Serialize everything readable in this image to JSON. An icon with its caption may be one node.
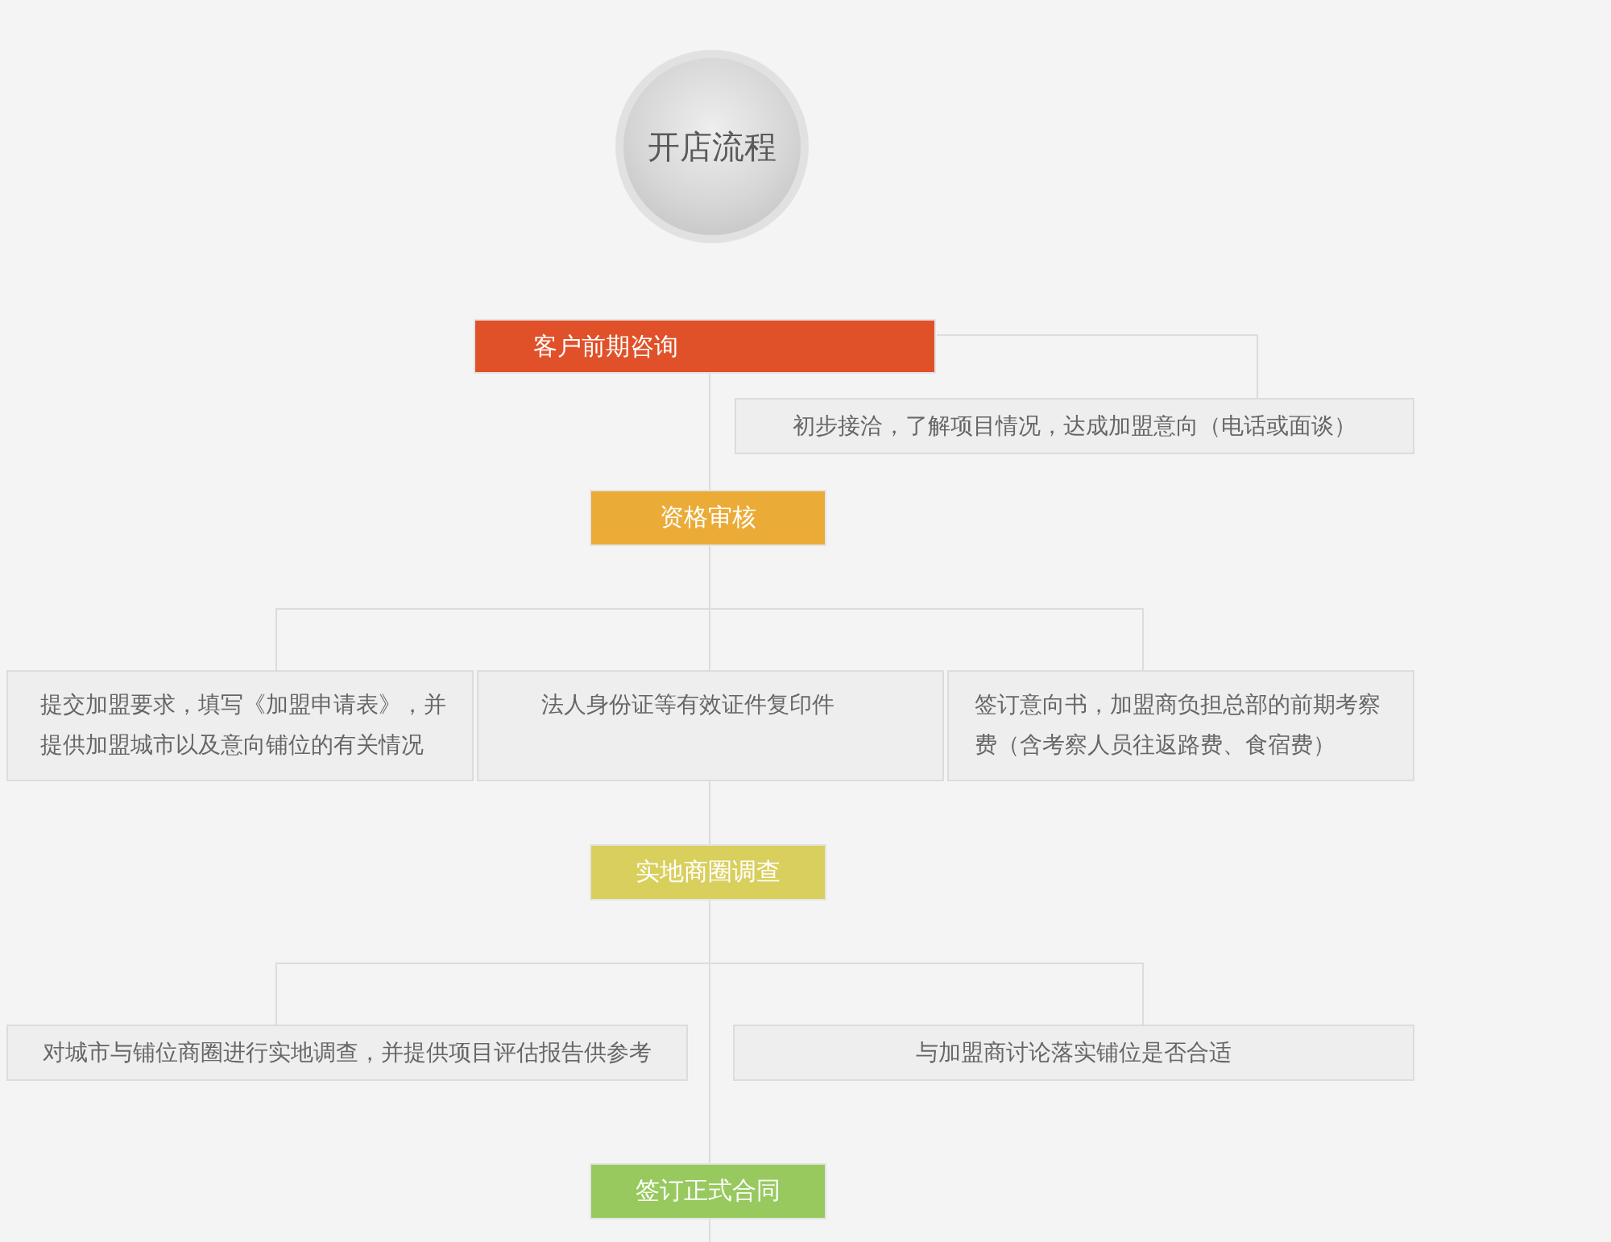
{
  "diagram": {
    "nodes": [
      {
        "text": [
          "开店流程"
        ]
      },
      {
        "text": [
          "客户前期咨询"
        ]
      },
      {
        "text": [
          "初步接洽，了解项目情况，达成加盟意向（电话或面谈）"
        ]
      },
      {
        "text": [
          "资格审核"
        ]
      },
      {
        "text": [
          "提交加盟要求，填写《加盟申请表》，并提供加盟城市以及意向铺位的有关情况"
        ]
      },
      {
        "text": [
          "法人身份证等有效证件复印件"
        ]
      },
      {
        "text": [
          "签订意向书，加盟商负担总部的前期考察费（含考察人员往返路费、食宿费）"
        ]
      },
      {
        "text": [
          "实地商圈调查"
        ]
      },
      {
        "text": [
          "对城市与铺位商圈进行实地调查，并提供项目评估报告供参考"
        ]
      },
      {
        "text": [
          "与加盟商讨论落实铺位是否合适"
        ]
      },
      {
        "text": [
          "签订正式合同"
        ]
      }
    ],
    "edges": [
      {
        "from": 1,
        "to": 2,
        "arrow": "none"
      },
      {
        "from": 1,
        "to": 3,
        "arrow": "none"
      },
      {
        "from": 3,
        "to": 4,
        "arrow": "none"
      },
      {
        "from": 3,
        "to": 5,
        "arrow": "none"
      },
      {
        "from": 3,
        "to": 6,
        "arrow": "none"
      },
      {
        "from": 5,
        "to": 7,
        "arrow": "none"
      },
      {
        "from": 7,
        "to": 8,
        "arrow": "none"
      },
      {
        "from": 7,
        "to": 9,
        "arrow": "none"
      },
      {
        "from": 7,
        "to": 10,
        "arrow": "none"
      },
      {
        "from": 10,
        "to": null,
        "arrow": "none"
      }
    ]
  }
}
